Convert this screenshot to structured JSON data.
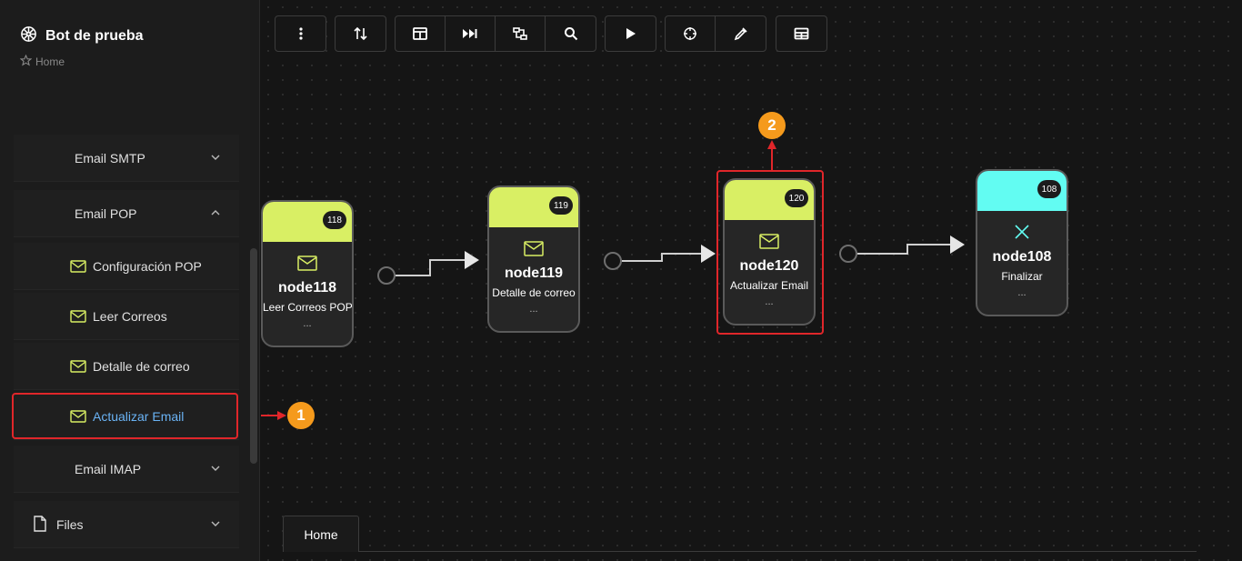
{
  "app": {
    "title": "Bot de prueba",
    "breadcrumb": "Home"
  },
  "sidebar": {
    "items": [
      {
        "label": "Email SMTP",
        "expanded": false
      },
      {
        "label": "Email POP",
        "expanded": true
      },
      {
        "label": "Configuración POP"
      },
      {
        "label": "Leer Correos"
      },
      {
        "label": "Detalle de correo"
      },
      {
        "label": "Actualizar Email",
        "active": true
      },
      {
        "label": "Email IMAP",
        "expanded": false
      },
      {
        "label": "Files",
        "expanded": false
      }
    ]
  },
  "toolbar": {
    "buttons": [
      "more-vertical-icon",
      "sort-icon",
      "panel-icon",
      "skip-forward-icon",
      "flow-icon",
      "search-icon",
      "play-icon",
      "crosshair-icon",
      "eyedropper-icon",
      "table-icon"
    ]
  },
  "nodes": [
    {
      "id": "118",
      "name": "node118",
      "desc": "Leer Correos POP",
      "dots": "...",
      "color": "#d9ef64"
    },
    {
      "id": "119",
      "name": "node119",
      "desc": "Detalle de correo",
      "dots": "...",
      "color": "#d9ef64"
    },
    {
      "id": "120",
      "name": "node120",
      "desc": "Actualizar Email",
      "dots": "...",
      "color": "#d9ef64"
    },
    {
      "id": "108",
      "name": "node108",
      "desc": "Finalizar",
      "dots": "...",
      "color": "#62fcf2"
    }
  ],
  "annotations": {
    "step1": "1",
    "step2": "2",
    "highlight_color": "#e0262a",
    "badge_color": "#f59a1c"
  },
  "tabs": [
    {
      "label": "Home"
    }
  ]
}
